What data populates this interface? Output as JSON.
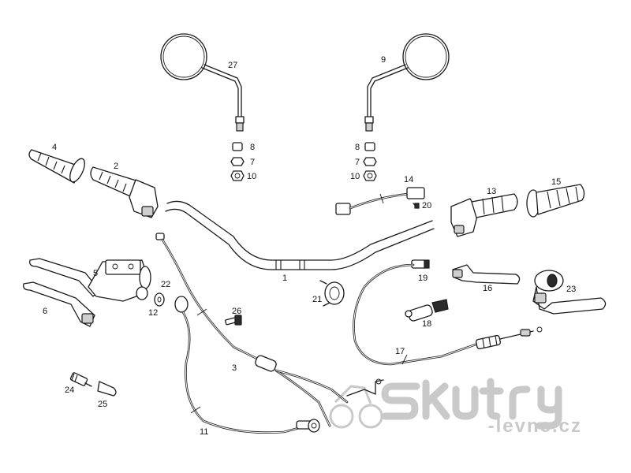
{
  "diagram": {
    "callouts": {
      "n1": "1",
      "n2": "2",
      "n3": "3",
      "n4": "4",
      "n5": "5",
      "n6": "6",
      "n7a": "7",
      "n7b": "7",
      "n8a": "8",
      "n8b": "8",
      "n9": "9",
      "n10a": "10",
      "n10b": "10",
      "n11": "11",
      "n12": "12",
      "n13": "13",
      "n14": "14",
      "n15": "15",
      "n16": "16",
      "n17": "17",
      "n18": "18",
      "n19": "19",
      "n20": "20",
      "n21": "21",
      "n22": "22",
      "n23": "23",
      "n24": "24",
      "n25": "25",
      "n26": "26",
      "n27": "27"
    }
  },
  "watermark": {
    "logo_text": "Skutry",
    "sub_text": "-levne.cz",
    "color": "#c9c9c9"
  }
}
